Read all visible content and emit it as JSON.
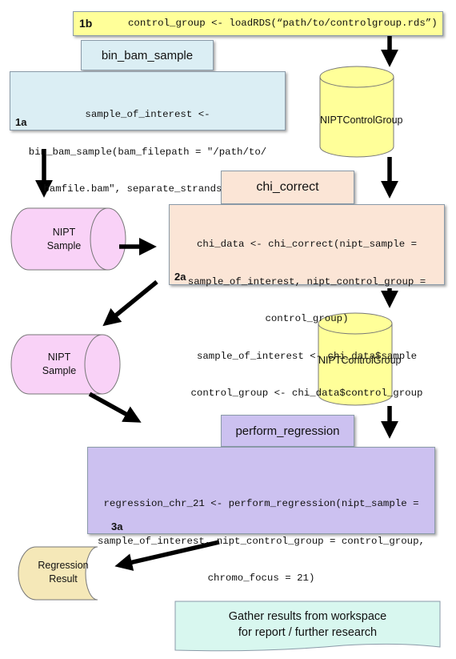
{
  "step_1b": {
    "tag": "1b",
    "code": "control_group <- loadRDS(“path/to/controlgroup.rds”)"
  },
  "step_1a": {
    "title": "bin_bam_sample",
    "tag": "1a",
    "code_lines": [
      "sample_of_interest <-",
      "bin_bam_sample(bam_filepath = \"/path/to/",
      "bamfile.bam\", separate_strands = T)"
    ]
  },
  "step_2a": {
    "title": "chi_correct",
    "tag": "2a",
    "code_lines": [
      "chi_data <- chi_correct(nipt_sample =",
      "sample_of_interest, nipt_control_group =",
      "control_group)",
      "sample_of_interest <- chi_data$sample",
      "control_group <- chi_data$control_group"
    ]
  },
  "step_3a": {
    "title": "perform_regression",
    "tag": "3a",
    "code_lines": [
      "regression_chr_21 <- perform_regression(nipt_sample =",
      "sample_of_interest, nipt_control_group = control_group,",
      "chromo_focus = 21)"
    ]
  },
  "control_group_db_1": {
    "label": "NIPTControlGroup"
  },
  "control_group_db_2": {
    "label": "NIPTControlGroup"
  },
  "nipt_sample_1": {
    "line1": "NIPT",
    "line2": "Sample"
  },
  "nipt_sample_2": {
    "line1": "NIPT",
    "line2": "Sample"
  },
  "regression_result": {
    "line1": "Regression",
    "line2": "Result"
  },
  "gather_note": {
    "line1": "Gather results from workspace",
    "line2": "for report / further research"
  },
  "colors": {
    "yellow": "#ffff99",
    "blue": "#dbeef4",
    "peach": "#fbe5d6",
    "purple": "#ccc1f0",
    "pink": "#f9d2f7",
    "tan": "#f5e8b8",
    "mint": "#d8f7ef"
  }
}
